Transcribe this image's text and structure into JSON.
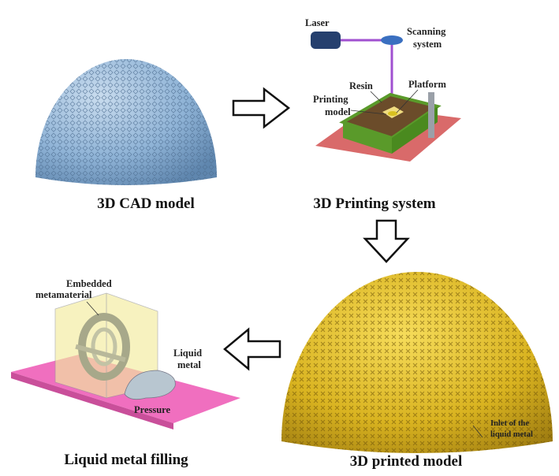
{
  "captions": {
    "cad": "3D CAD model",
    "printing": "3D Printing system",
    "printed": "3D printed model",
    "filling": "Liquid metal filling"
  },
  "printing_labels": {
    "laser": "Laser",
    "scanning1": "Scanning",
    "scanning2": "system",
    "resin": "Resin",
    "platform": "Platform",
    "printing1": "Printing",
    "printing2": "model"
  },
  "filling_labels": {
    "embedded1": "Embedded",
    "embedded2": "metamaterial",
    "liquid1": "Liquid",
    "liquid2": "metal",
    "pressure": "Pressure"
  },
  "printed_labels": {
    "inlet1": "Inlet of the",
    "inlet2": "liquid metal"
  },
  "colors": {
    "cad_dome": "#8fb3d6",
    "printed_dome": "#d9b320",
    "base_plate": "#d96a6a",
    "resin_tank": "#5a9a2a",
    "pink_plate": "#f06fbf"
  }
}
